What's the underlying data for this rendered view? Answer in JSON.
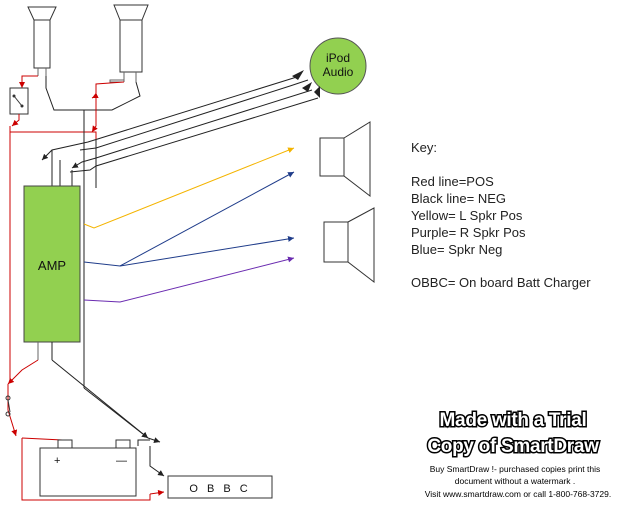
{
  "labels": {
    "ipod_line1": "iPod",
    "ipod_line2": "Audio",
    "amp": "AMP",
    "battery_plus": "+",
    "battery_minus": "—",
    "obbc": "O B B C"
  },
  "key": {
    "title": "Key:",
    "lines": [
      "Red line=POS",
      "Black line= NEG",
      "Yellow= L Spkr Pos",
      "Purple= R Spkr Pos",
      "Blue= Spkr Neg",
      "",
      "OBBC= On board Batt Charger"
    ]
  },
  "watermark": {
    "line1": "Made with a Trial",
    "line2": "Copy of SmartDraw",
    "note1": "Buy SmartDraw !- purchased copies print this",
    "note2": "document without a watermark .",
    "note3": "Visit www.smartdraw.com or call 1-800-768-3729."
  },
  "colors": {
    "pos": "#cc0000",
    "neg": "#222222",
    "left_pos": "#f4b400",
    "right_pos": "#6a2bb0",
    "spkr_neg": "#1f3c8a",
    "amp_fill": "#92d050",
    "ipod_fill": "#92d050"
  }
}
